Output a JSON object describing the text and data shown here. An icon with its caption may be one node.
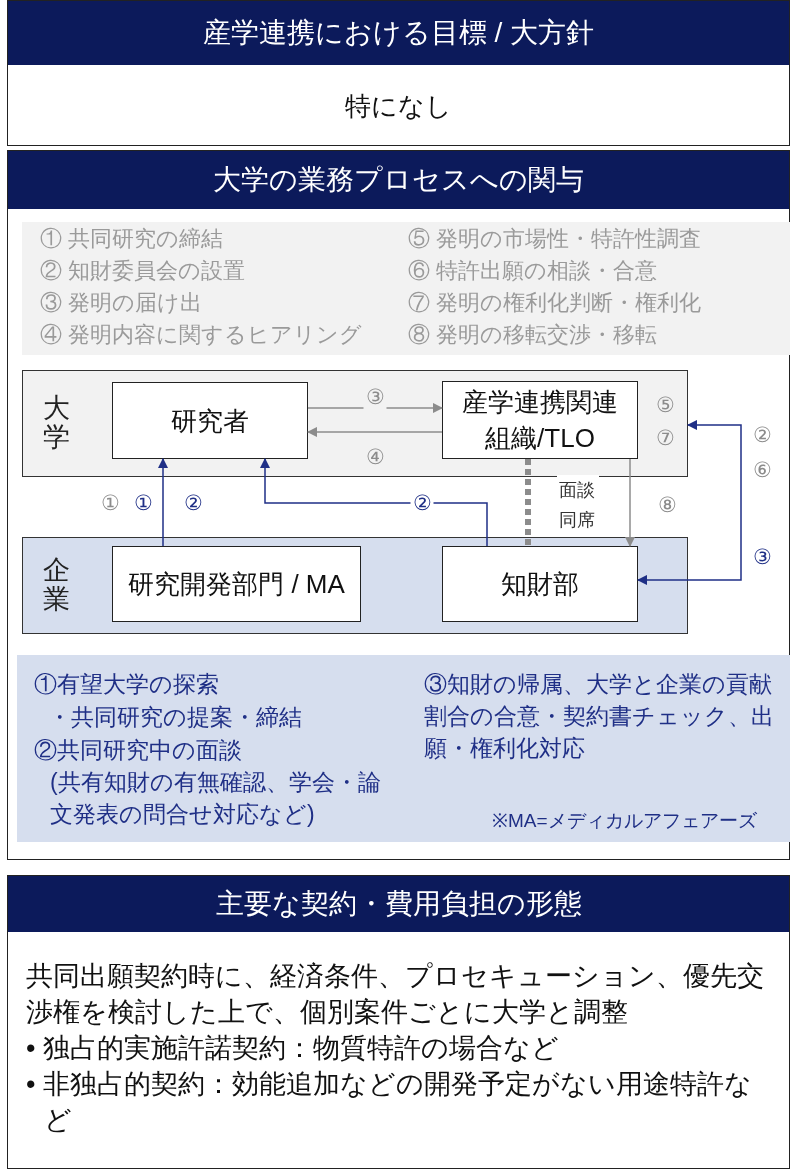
{
  "diagram": {
    "nodes": [
      {
        "text": [
          "産学連携における目標 / 大方針",
          "特になし"
        ]
      },
      {
        "text": [
          "大学の業務プロセスへの関与"
        ]
      },
      {
        "text": [
          "大学"
        ],
        "in": 1
      },
      {
        "text": [
          "研究者"
        ],
        "in": 2
      },
      {
        "text": [
          "産学連携関連組織/TLO"
        ],
        "in": 2
      },
      {
        "text": [
          "企業"
        ],
        "in": 1
      },
      {
        "text": [
          "研究開発部門 / MA"
        ],
        "in": 5
      },
      {
        "text": [
          "知財部"
        ],
        "in": 5
      },
      {
        "text": [
          "主要な契約・費用負担の形態",
          "共同出願契約時に、経済条件、プロセキューション、優先交渉権を検討した上で、個別案件ごとに大学と調整",
          "• 独占的実施許諾契約：物質特許の場合など",
          "• 非独占的契約：効能追加などの開発予定がない用途特許など"
        ]
      }
    ],
    "edges": [
      {
        "from": 3,
        "to": 4,
        "arrow": "to",
        "label": "③"
      },
      {
        "from": 4,
        "to": 3,
        "arrow": "to",
        "label": "④"
      },
      {
        "from": 6,
        "to": 3,
        "arrow": "to",
        "label": "①",
        "color": "#1f2f86"
      },
      {
        "from": 7,
        "to": 3,
        "arrow": "to",
        "label": "②",
        "color": "#1f2f86"
      },
      {
        "from": 4,
        "to": 7,
        "arrow": "to",
        "label": "⑧"
      },
      {
        "from": 4,
        "to": 7,
        "arrow": "none",
        "label": "面談同席",
        "style": "dashed"
      },
      {
        "from": 2,
        "to": 7,
        "arrow": "both",
        "label": "③",
        "color": "#1f2f86"
      }
    ],
    "labels": [
      "① 共同研究の締結",
      "⑤ 発明の市場性・特許性調査",
      "② 知財委員会の設置",
      "⑥ 特許出願の相談・合意",
      "③ 発明の届け出",
      "⑦ 発明の権利化判断・権利化",
      "④ 発明内容に関するヒアリング",
      "⑧ 発明の移転交渉・移転",
      "⑤",
      "⑦",
      "②",
      "⑥",
      "①",
      "②",
      "①有望大学の探索",
      "・共同研究の提案・締結",
      "②共同研究中の面談",
      "(共有知財の有無確認、学会・論文発表の問合せ対応など)",
      "③知財の帰属、大学と企業の貢献割合の合意・契約書チェック、出願・権利化対応",
      "※MA=メディカルアフェアーズ"
    ]
  }
}
